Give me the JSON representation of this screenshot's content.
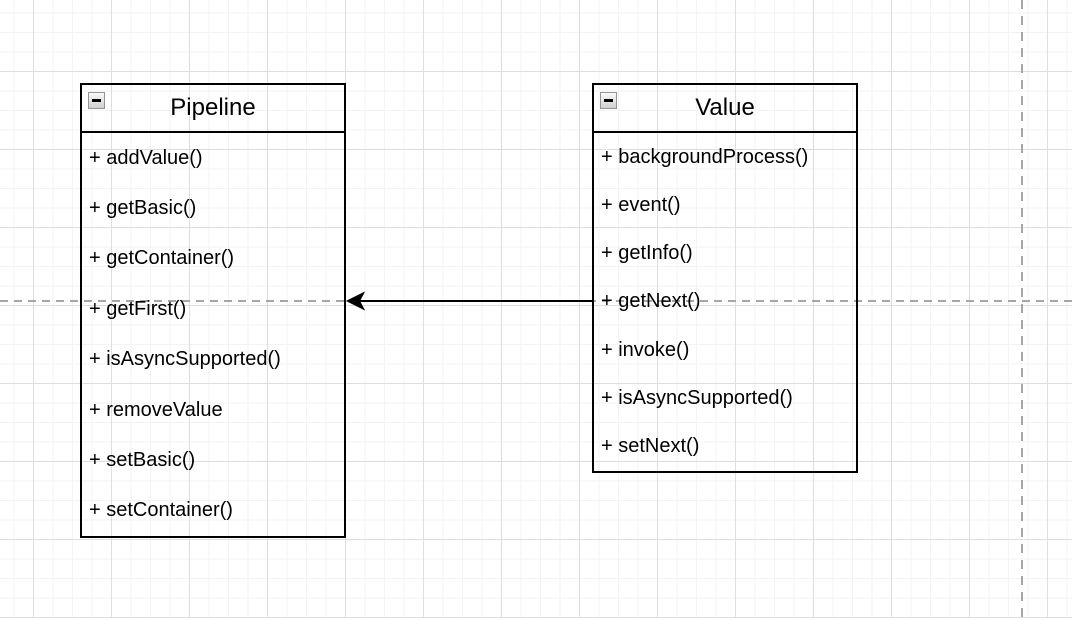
{
  "diagram": {
    "classes": [
      {
        "name": "Pipeline",
        "methods": [
          "+ addValue()",
          "+ getBasic()",
          "+ getContainer()",
          "+ getFirst()",
          "+ isAsyncSupported()",
          "+ removeValue",
          "+ setBasic()",
          "+ setContainer()"
        ]
      },
      {
        "name": "Value",
        "methods": [
          "+ backgroundProcess()",
          "+ event()",
          "+ getInfo()",
          "+ getNext()",
          "+ invoke()",
          "+ isAsyncSupported()",
          "+ setNext()"
        ]
      }
    ],
    "connector": {
      "from": "Value",
      "to": "Pipeline",
      "style": "solid",
      "arrowhead": "classic-filled",
      "direction": "right-to-left"
    },
    "icons": {
      "collapse": "minus"
    },
    "colors": {
      "shape_stroke": "#000000",
      "text": "#000000",
      "guide_line": "#a6a6a6",
      "grid_minor": "#f3f3f3",
      "grid_major": "#dedede",
      "canvas_bg": "#ffffff",
      "collapse_icon_border": "#949494"
    }
  }
}
